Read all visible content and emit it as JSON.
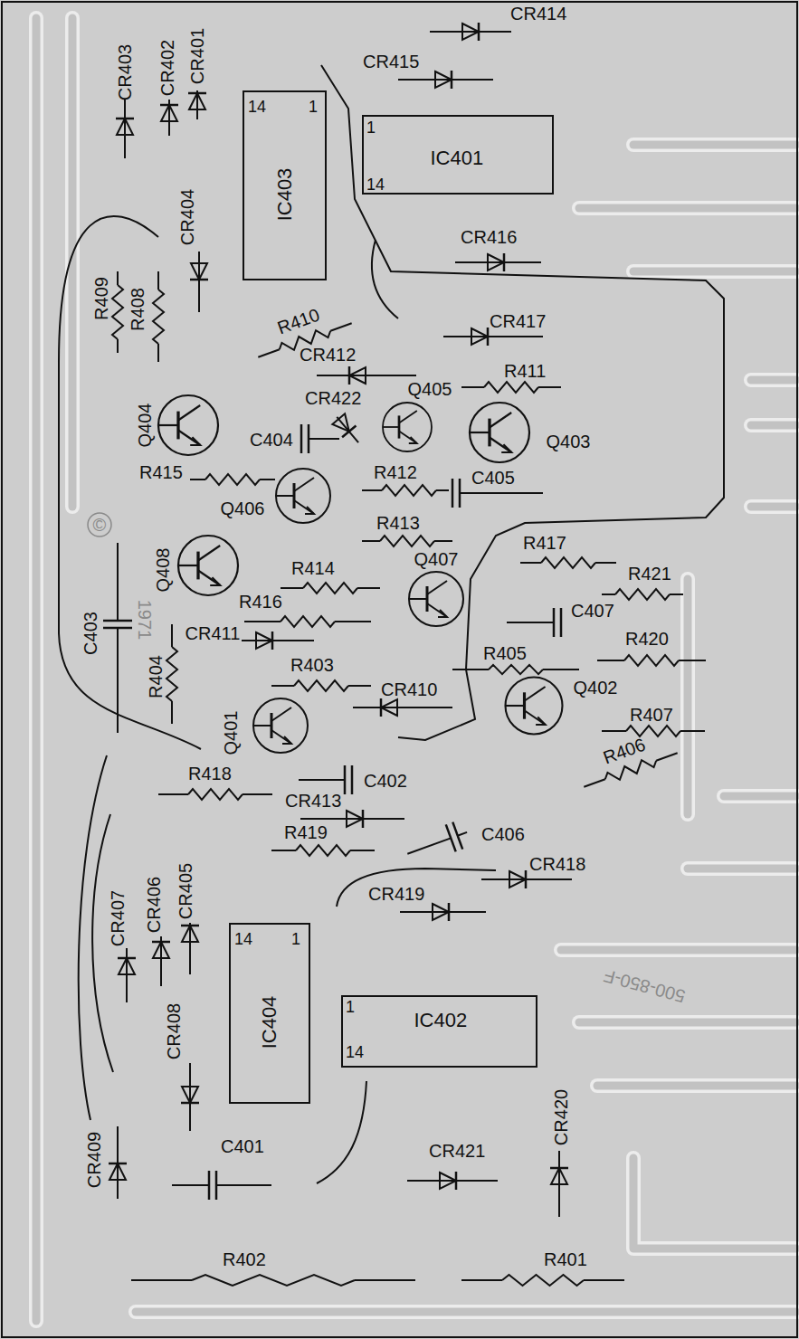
{
  "diagram": {
    "nodes": [
      {
        "text": [
          "14",
          "1",
          "IC403"
        ]
      },
      {
        "text": [
          "1",
          "IC401",
          "14"
        ]
      },
      {
        "text": [
          "14",
          "1",
          "IC404"
        ]
      },
      {
        "text": [
          "1",
          "IC402",
          "14"
        ]
      }
    ],
    "labels": [
      "CR414",
      "CR415",
      "CR403",
      "CR402",
      "CR401",
      "CR416",
      "CR404",
      "R409",
      "R408",
      "R410",
      "CR417",
      "CR412",
      "R411",
      "Q405",
      "CR422",
      "Q404",
      "Q403",
      "C404",
      "R415",
      "R412",
      "C405",
      "Q406",
      "R413",
      "R417",
      "Q407",
      "Q408",
      "R414",
      "R421",
      "R416",
      "C407",
      "©",
      "C403",
      "1971",
      "CR411",
      "R405",
      "R420",
      "R403",
      "CR410",
      "Q402",
      "R404",
      "Q401",
      "R407",
      "R406",
      "R418",
      "C402",
      "CR413",
      "R419",
      "C406",
      "CR418",
      "CR419",
      "CR407",
      "CR406",
      "CR405",
      "CR408",
      "500-850-F",
      "CR409",
      "C401",
      "CR421",
      "CR420",
      "R402",
      "R401"
    ]
  }
}
